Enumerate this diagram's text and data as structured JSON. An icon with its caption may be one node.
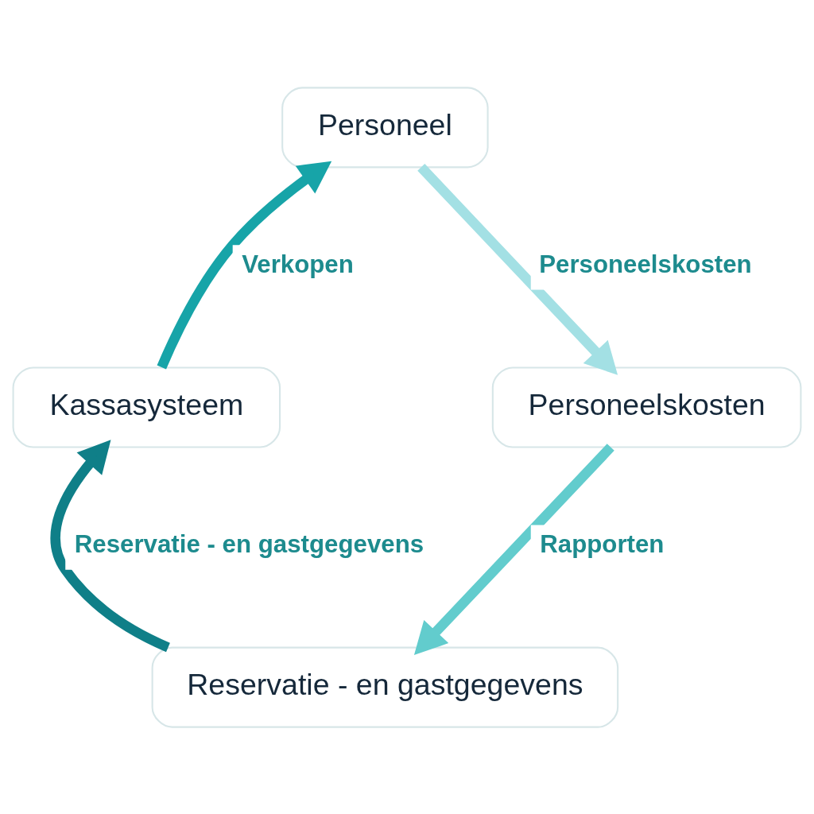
{
  "diagram": {
    "nodes": [
      {
        "text": [
          "Reservatie - en gastgegevens"
        ]
      },
      {
        "text": [
          "Kassasysteem"
        ]
      },
      {
        "text": [
          "Personeel"
        ]
      },
      {
        "text": [
          "Personeelskosten"
        ]
      }
    ],
    "edges": [
      {
        "from": 0,
        "to": 1,
        "arrow": "to",
        "label": "Reservatie - en gastgegevens",
        "color": "#0f7f88"
      },
      {
        "from": 1,
        "to": 2,
        "arrow": "to",
        "label": "Verkopen",
        "color": "#17a4a8"
      },
      {
        "from": 2,
        "to": 3,
        "arrow": "to",
        "label": "Personeelskosten",
        "color": "#a3e0e4"
      },
      {
        "from": 3,
        "to": 0,
        "arrow": "to",
        "label": "Rapporten",
        "color": "#62cccd"
      }
    ]
  }
}
